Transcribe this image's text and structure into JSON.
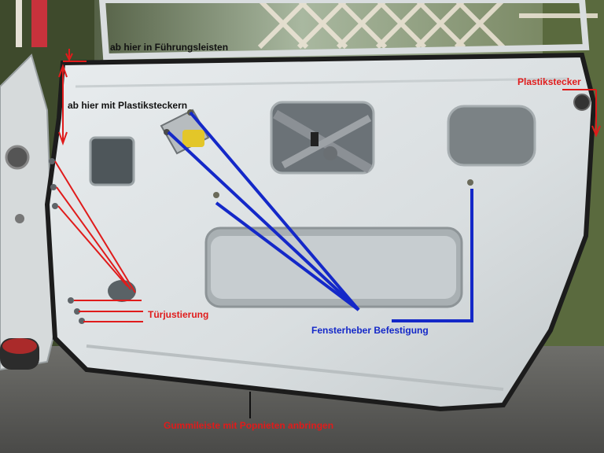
{
  "annotations": {
    "guide_rails": "ab hier in Führungsleisten",
    "plastic_plugs": "ab hier mit Plastiksteckern",
    "plastic_plug_label": "Plastikstecker",
    "door_adjust": "Türjustierung",
    "window_lifter_mount": "Fensterheber Befestigung",
    "rubber_strip": "Gummileiste mit Popnieten anbringen"
  },
  "colors": {
    "annotation_red": "#e01b1b",
    "annotation_blue": "#1428c8",
    "annotation_black": "#111111",
    "door_panel": "#dfe3e4"
  }
}
